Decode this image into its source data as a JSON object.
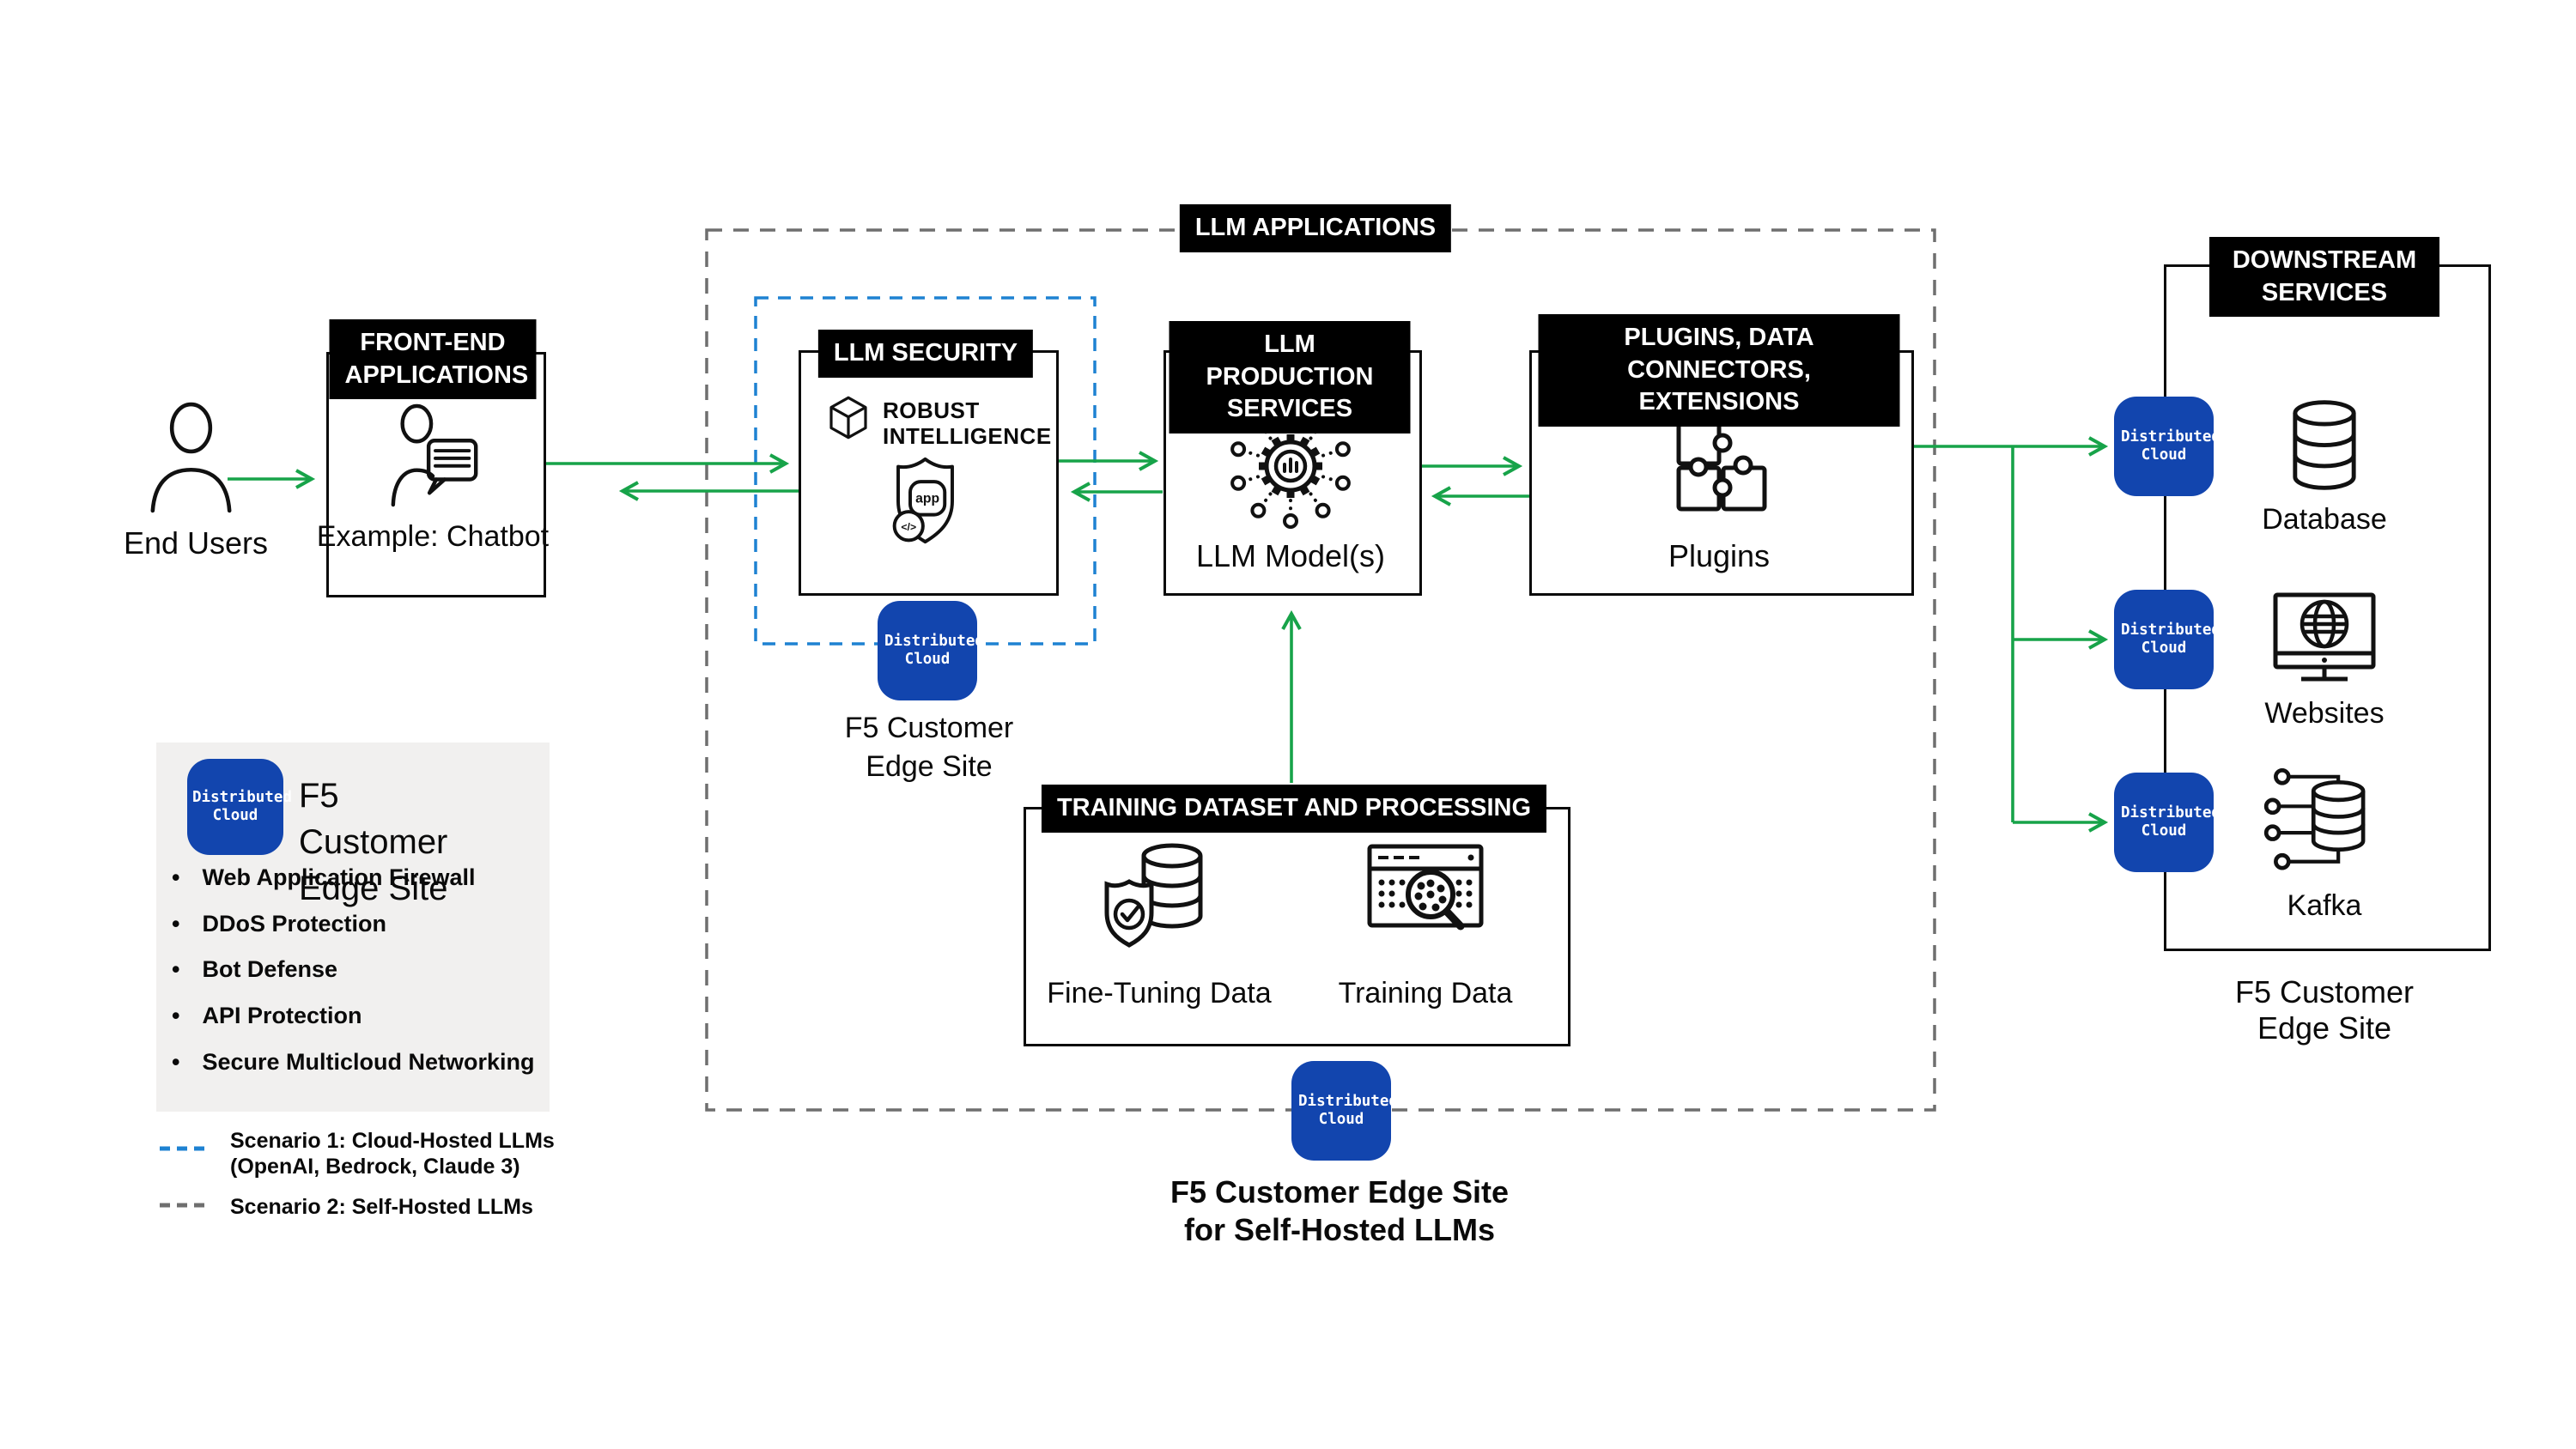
{
  "colors": {
    "arrow_green": "#17A349",
    "badge_blue": "#1245AE",
    "scenario1_dash_blue": "#1E82D2",
    "scenario2_dash_gray": "#6F6F6F",
    "header_black": "#000000",
    "legend_bg": "#F1F0EF"
  },
  "badge_label": "Distributed Cloud",
  "end_users": {
    "label": "End Users"
  },
  "front_end": {
    "header": "FRONT-END APPLICATIONS",
    "caption": "Example: Chatbot"
  },
  "llm_applications": {
    "header": "LLM APPLICATIONS"
  },
  "llm_security": {
    "header": "LLM SECURITY",
    "vendor": "ROBUST INTELLIGENCE",
    "shield_app_text": "app",
    "shield_code_text": "</>",
    "edge_site_label": "F5 Customer Edge Site"
  },
  "llm_production": {
    "header": "LLM PRODUCTION SERVICES",
    "caption": "LLM Model(s)"
  },
  "plugins": {
    "header": "PLUGINS, DATA CONNECTORS, EXTENSIONS",
    "caption": "Plugins"
  },
  "training": {
    "header": "TRAINING DATASET AND PROCESSING",
    "items": [
      "Fine-Tuning Data",
      "Training Data"
    ]
  },
  "downstream": {
    "header": "DOWNSTREAM SERVICES",
    "items": [
      "Database",
      "Websites",
      "Kafka"
    ],
    "edge_site_label": "F5 Customer Edge Site"
  },
  "self_hosted": {
    "line1": "F5 Customer Edge Site",
    "line2": "for Self-Hosted LLMs"
  },
  "legend_panel": {
    "title": "F5 Customer Edge Site",
    "items": [
      "Web Application Firewall",
      "DDoS Protection",
      "Bot Defense",
      "API Protection",
      "Secure Multicloud Networking"
    ]
  },
  "scenario_legend": [
    {
      "label": "Scenario 1: Cloud-Hosted LLMs",
      "sublabel": "(OpenAI, Bedrock, Claude 3)",
      "color": "#1E82D2"
    },
    {
      "label": "Scenario 2: Self-Hosted LLMs",
      "sublabel": "",
      "color": "#6F6F6F"
    }
  ],
  "icons": {
    "end_users": "person-icon",
    "front_end": "chatbot-person-speech-bubble-icon",
    "llm_security_vendor": "robust-intelligence-hexagon-icon",
    "llm_security_shield": "app-shield-code-icon",
    "llm_production": "gear-network-model-icon",
    "plugins": "puzzle-pieces-icon",
    "fine_tuning": "database-shield-check-icon",
    "training_data": "window-magnifier-data-icon",
    "database": "database-cylinder-icon",
    "websites": "monitor-globe-icon",
    "kafka": "kafka-cylinder-nodes-icon",
    "distributed_cloud": "distributed-cloud-badge"
  }
}
